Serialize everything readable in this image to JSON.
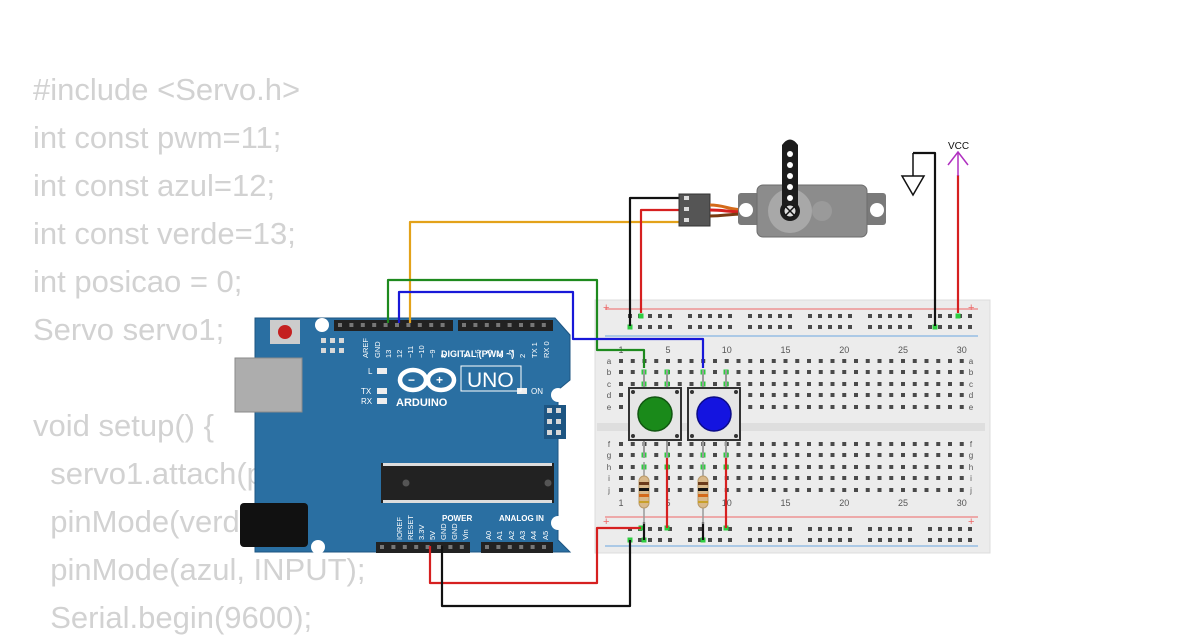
{
  "code_lines": [
    "#include <Servo.h>",
    "int const pwm=11;",
    "int const azul=12;",
    "int const verde=13;",
    "int posicao = 0;",
    "Servo servo1;",
    "",
    "void setup() {",
    "  servo1.attach(pwm);",
    "  pinMode(verde, INPUT);",
    "  pinMode(azul, INPUT);",
    "  Serial.begin(9600);"
  ],
  "arduino": {
    "brand": "ARDUINO",
    "model": "UNO",
    "digital_label": "DIGITAL (PWM ~)",
    "power_label": "POWER",
    "analog_label": "ANALOG IN",
    "led_l": "L",
    "led_tx": "TX",
    "led_rx": "RX",
    "led_on": "ON",
    "digital_pins": [
      "AREF",
      "GND",
      "13",
      "12",
      "~11",
      "~10",
      "~9",
      "8",
      "7",
      "~6",
      "~5",
      "4",
      "~3",
      "2",
      "TX 1",
      "RX 0"
    ],
    "power_pins": [
      "IOREF",
      "RESET",
      "3.3V",
      "5V",
      "GND",
      "GND",
      "Vin"
    ],
    "analog_pins": [
      "A0",
      "A1",
      "A2",
      "A3",
      "A4",
      "A5"
    ]
  },
  "breadboard": {
    "row_labels_top": [
      "a",
      "b",
      "c",
      "d",
      "e"
    ],
    "row_labels_bottom": [
      "f",
      "g",
      "h",
      "i",
      "j"
    ],
    "column_numbers": [
      "1",
      "5",
      "10",
      "15",
      "20",
      "25",
      "30"
    ]
  },
  "power_symbol": {
    "vcc_label": "VCC"
  },
  "colors": {
    "board_blue": "#2a6fa2",
    "breadboard": "#ececec",
    "wire_orange": "#e3a21a",
    "wire_green": "#1e8a1e",
    "wire_blue": "#1818d8",
    "wire_red": "#d62020",
    "wire_black": "#111111",
    "vcc_magenta": "#b030c0",
    "button_green": "#1a8a1a",
    "button_blue": "#1414e0"
  }
}
